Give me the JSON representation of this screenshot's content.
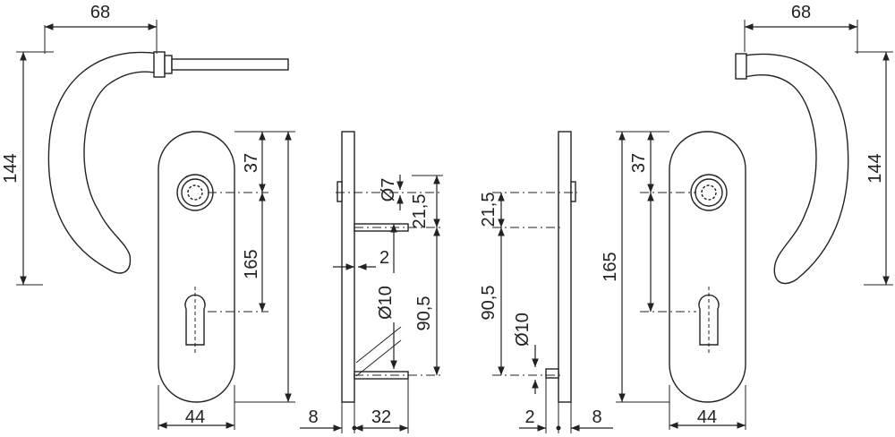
{
  "labels": {
    "left_handle_width": "68",
    "left_handle_height": "144",
    "left_rose_top": "37",
    "left_rose_spacing": "165",
    "left_plate_width": "44",
    "side_l_diameter_7": "Ø7",
    "side_l_21_5": "21,5",
    "side_l_2": "2",
    "side_l_diameter_10": "Ø10",
    "side_l_90_5": "90,5",
    "side_l_8": "8",
    "side_l_32": "32",
    "side_r_21_5": "21,5",
    "side_r_90_5": "90,5",
    "side_r_diameter_10": "Ø10",
    "side_r_2": "2",
    "side_r_8": "8",
    "right_rose_top": "37",
    "right_rose_spacing": "165",
    "right_plate_width": "44",
    "right_handle_width": "68",
    "right_handle_height": "144"
  }
}
